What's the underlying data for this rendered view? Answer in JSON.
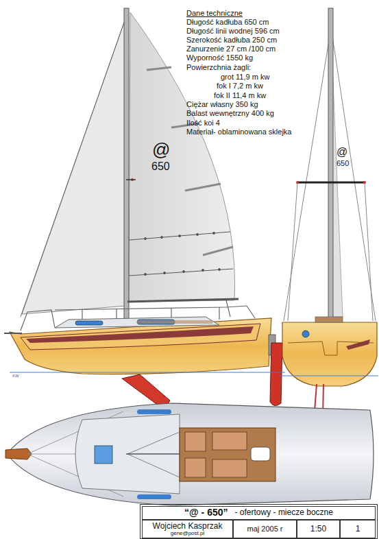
{
  "diagram": {
    "title": "“@ - 650”",
    "nodes": [
      {
        "text": [
          "“@ - 650”",
          "- ofertowy - miecze boczne"
        ]
      },
      {
        "text": [
          "Wojciech Kasprzak",
          "gene@post.pl"
        ]
      },
      {
        "text": [
          "maj 2005 r"
        ]
      },
      {
        "text": [
          "1:50"
        ]
      },
      {
        "text": [
          "1"
        ]
      }
    ],
    "labels": [
      "Dane techniczne",
      "Długość kadłuba 650 cm",
      "Długość linii wodnej 596 cm",
      "Szerokość kadłuba 250 cm",
      "Zanurzenie 27 cm /100 cm",
      "Wyporność 1550 kg",
      "Powierzchnia żagli:",
      "grot 11,9 m kw",
      "fok I 7,2 m kw",
      "fok II 11,4 m kw",
      "Ciężar własny 350 kg",
      "Balast wewnętrzny 400 kg",
      "Ilość koi 4",
      "Materiał- oblaminowana sklejka",
      "@",
      "650",
      "@",
      "650",
      "KW"
    ]
  }
}
